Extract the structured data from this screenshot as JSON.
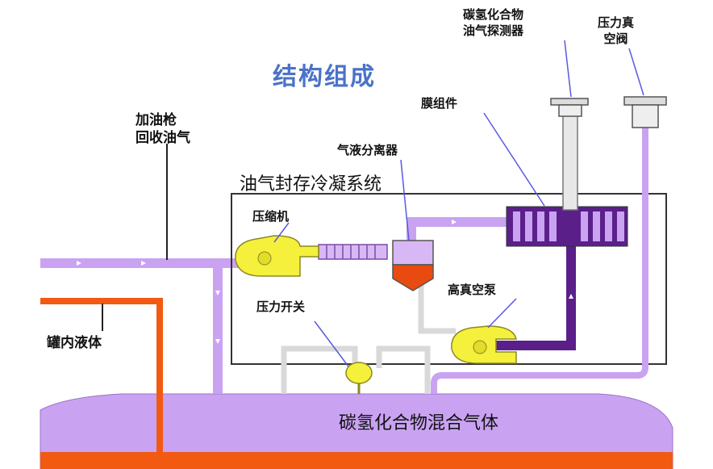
{
  "title": "结构组成",
  "labels": {
    "nozzle_line1": "加油枪",
    "nozzle_line2": "回收油气",
    "tank_liquid": "罐内液体",
    "condensing_system": "油气封存冷凝系统",
    "separator": "气液分离器",
    "membrane": "膜组件",
    "sensor_line1": "碳氢化合物",
    "sensor_line2": "油气探测器",
    "vacuum_valve_line1": "压力真",
    "vacuum_valve_line2": "空阀",
    "compressor": "压缩机",
    "pressure_switch": "压力开关",
    "vacuum_pump": "高真空泵",
    "gas_mixture": "碳氢化合物混合气体"
  },
  "colors": {
    "title": "#4a72c8",
    "vapor_pipe": "#c9a3f2",
    "dark_pipe": "#5b1f8a",
    "liquid_pipe": "#f25a12",
    "tank_fill": "#c9a3f2",
    "equipment_yellow": "#f5f03c",
    "separator_liquid": "#e84b10",
    "outline": "#333333"
  }
}
